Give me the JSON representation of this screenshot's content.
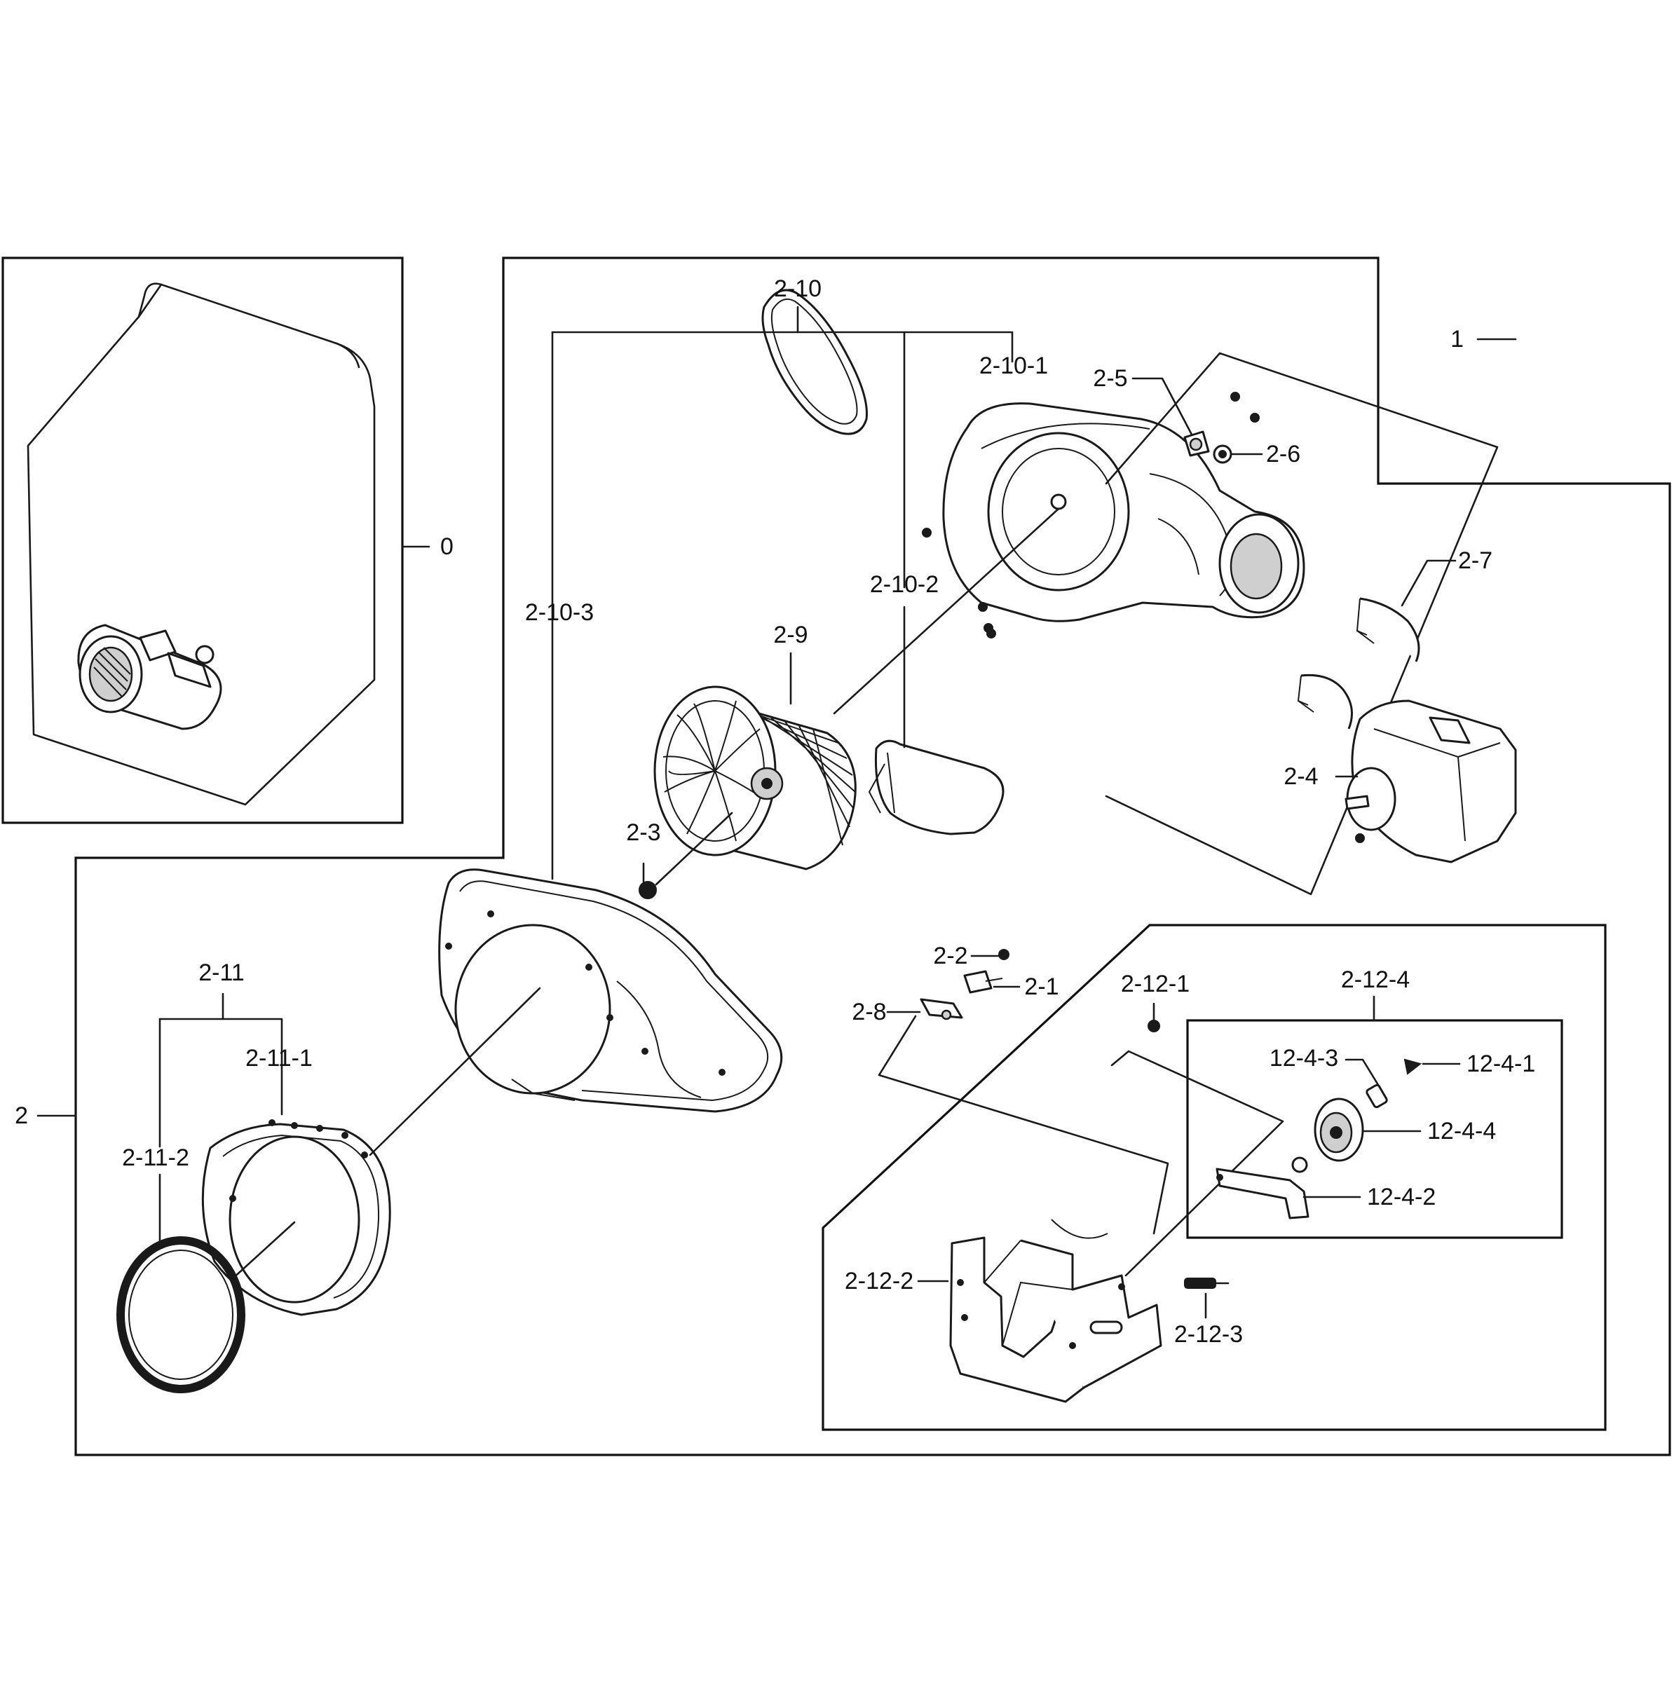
{
  "labels": {
    "l0": "0",
    "l1": "1",
    "l2": "2",
    "l2_1": "2-1",
    "l2_2": "2-2",
    "l2_3": "2-3",
    "l2_4": "2-4",
    "l2_5": "2-5",
    "l2_6": "2-6",
    "l2_7": "2-7",
    "l2_8": "2-8",
    "l2_9": "2-9",
    "l2_10": "2-10",
    "l2_10_1": "2-10-1",
    "l2_10_2": "2-10-2",
    "l2_10_3": "2-10-3",
    "l2_11": "2-11",
    "l2_11_1": "2-11-1",
    "l2_11_2": "2-11-2",
    "l2_12_1": "2-12-1",
    "l2_12_2": "2-12-2",
    "l2_12_3": "2-12-3",
    "l2_12_4": "2-12-4",
    "l12_4_1": "12-4-1",
    "l12_4_2": "12-4-2",
    "l12_4_3": "12-4-3",
    "l12_4_4": "12-4-4"
  }
}
